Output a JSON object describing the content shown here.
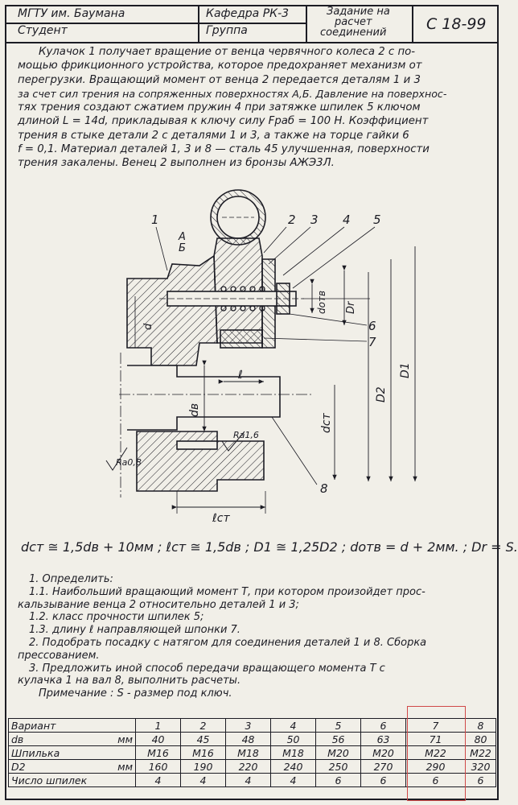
{
  "header": {
    "university": "МГТУ им. Баумана",
    "department": "Кафедра РК-3",
    "assignment_line1": "Задание на",
    "assignment_line2": "расчет",
    "assignment_line3": "соединений",
    "code": "С 18-99",
    "student": "Студент",
    "group": "Группа"
  },
  "description_lines": [
    "Кулачок 1 получает вращение от венца червячного колеса 2 с по-",
    "мощью фрикционного устройства, которое предохраняет механизм от",
    "перегрузки. Вращающий момент от венца 2 передается деталям 1 и 3",
    "за счет сил трения на сопряженных поверхностях А,Б. Давление на поверхнос-",
    "тях трения создают сжатием пружин 4 при затяжке шпилек 5 ключом",
    "длиной L = 14d, прикладывая к ключу силу Fраб = 100 Н. Коэффициент",
    "трения в стыке детали 2 с деталями 1 и 3, а также на торце гайки 6",
    "f = 0,1. Материал деталей 1, 3 и 8 — сталь 45 улучшенная, поверхности",
    "трения закалены. Венец 2 выполнен из бронзы АЖЭ3Л."
  ],
  "drawing": {
    "callouts": [
      "1",
      "2",
      "3",
      "4",
      "5",
      "6",
      "7",
      "8"
    ],
    "surface_a": "А",
    "surface_b": "Б",
    "dim_d_otv": "dотв",
    "dim_dr": "Dr",
    "dim_l": "ℓ",
    "dim_db": "dв",
    "dim_dst": "dст",
    "dim_D2": "D2",
    "dim_D1": "D1",
    "dim_d": "d",
    "dim_lst": "ℓст",
    "rough_1": "Ra1,6",
    "rough_2": "Ra0,8"
  },
  "formula": "dст ≅ 1,5dв + 10мм ;  ℓст ≅ 1,5dв ;  D1 ≅ 1,25D2 ;  dотв = d + 2мм. ;  Dr = S.",
  "task_lines": [
    "1. Определить:",
    "1.1. Наибольший вращающий момент Т, при котором произойдет прос-",
    "кальзывание венца 2 относительно деталей 1 и 3;",
    "1.2. класс прочности шпилек 5;",
    "1.3. длину ℓ направляющей шпонки 7.",
    "2. Подобрать посадку с натягом для соединения деталей 1 и 8. Сборка",
    "прессованием.",
    "3. Предложить иной способ передачи вращающего момента Т с",
    "кулачка 1 на вал 8, выполнить расчеты.",
    "Примечание : S - размер под ключ."
  ],
  "table": {
    "headers": [
      "Вариант",
      "1",
      "2",
      "3",
      "4",
      "5",
      "6",
      "7",
      "8"
    ],
    "rows": [
      {
        "label": "dв",
        "unit": "мм",
        "values": [
          "40",
          "45",
          "48",
          "50",
          "56",
          "63",
          "71",
          "80"
        ]
      },
      {
        "label": "Шпилька",
        "unit": "",
        "values": [
          "М16",
          "М16",
          "М18",
          "М18",
          "М20",
          "М20",
          "М22",
          "М22"
        ]
      },
      {
        "label": "D2",
        "unit": "мм",
        "values": [
          "160",
          "190",
          "220",
          "240",
          "250",
          "270",
          "290",
          "320"
        ]
      },
      {
        "label": "Число шпилек",
        "unit": "",
        "values": [
          "4",
          "4",
          "4",
          "4",
          "6",
          "6",
          "6",
          "6"
        ]
      }
    ],
    "highlight_color": "#d04848"
  }
}
